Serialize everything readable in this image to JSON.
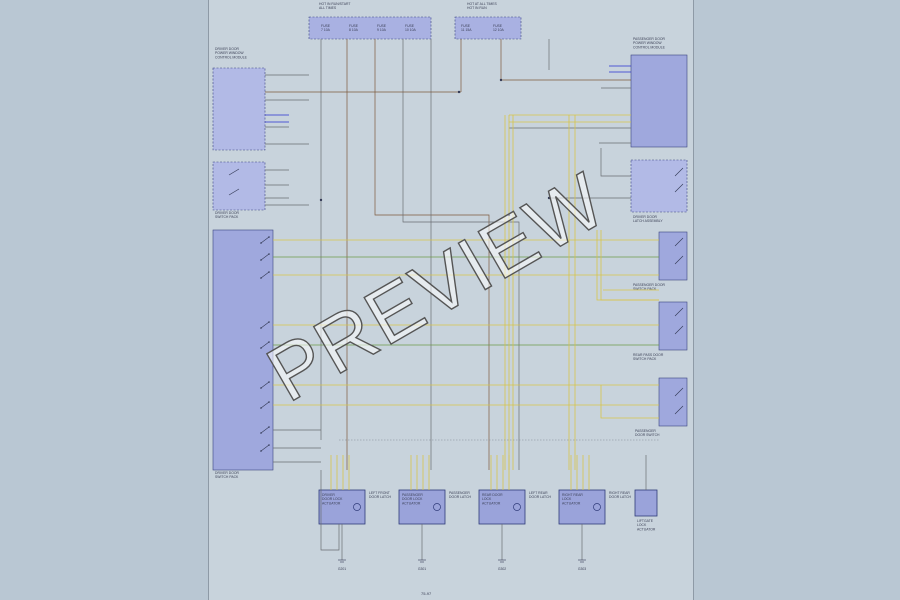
{
  "watermark": "PREVIEW",
  "page_number": "75-97",
  "colors": {
    "background": "#b9c7d3",
    "sheet": "#c8d3dc",
    "module_fill": "#9fa8dd",
    "module_stroke": "#3b4480"
  },
  "fuse_blocks": {
    "left_title": "HOT IN RUN/START\nALL TIMES",
    "right_title": "HOT AT ALL TIMES\nHOT IN RUN",
    "left_fuses": [
      "FUSE 7 10A",
      "FUSE 8 10A",
      "FUSE 9 10A",
      "FUSE 10 10A"
    ],
    "right_fuses": [
      "FUSE 11 15A",
      "FUSE 12 10A"
    ]
  },
  "modules": {
    "left_top": {
      "label": "DRIVER DOOR\nPOWER WINDOW\nCONTROL MODULE"
    },
    "left_switches": {
      "label": "DRIVER DOOR\nSWITCH PACK"
    },
    "left_big": {
      "label": "DRIVER DOOR\nSWITCH PACK"
    },
    "right_top": {
      "label": "PASSENGER DOOR\nPOWER WINDOW\nCONTROL MODULE"
    },
    "right_mid": {
      "label": "DRIVER DOOR\nLATCH ASSEMBLY"
    },
    "right_sw1": {
      "label": "PASSENGER DOOR\nSWITCH PACK"
    },
    "right_sw2": {
      "label": "REAR PASS DOOR\nSWITCH PACK"
    },
    "right_sw3": {
      "label": "PASSENGER\nDOOR SWITCH"
    }
  },
  "motors": [
    {
      "label": "DRIVER\nDOOR LOCK\nACTUATOR",
      "caption": "LEFT FRONT\nDOOR LATCH",
      "ground": "G201"
    },
    {
      "label": "PASSENGER\nDOOR LOCK\nACTUATOR",
      "caption": "PASSENGER\nDOOR LATCH",
      "ground": "G301"
    },
    {
      "label": "REAR DOOR\nLOCK\nACTUATOR",
      "caption": "LEFT REAR\nDOOR LATCH",
      "ground": "G302"
    },
    {
      "label": "RIGHT REAR\nLOCK\nACTUATOR",
      "caption": "RIGHT REAR\nDOOR LATCH",
      "ground": "G303"
    }
  ],
  "small_module": {
    "label": "LIFTGATE\nLOCK\nACTUATOR"
  }
}
